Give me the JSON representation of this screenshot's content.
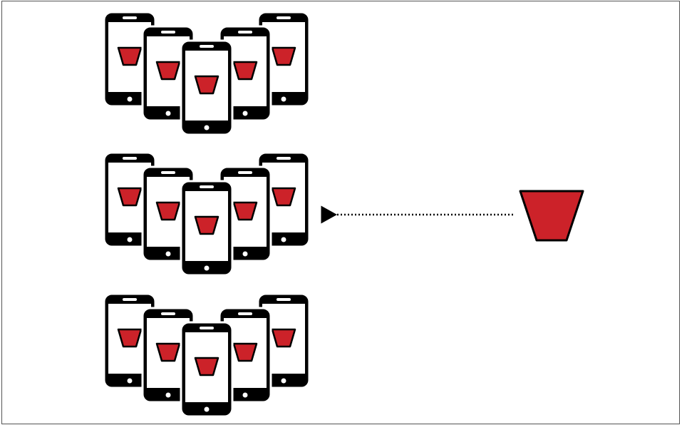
{
  "diagram": {
    "phone_groups": [
      {
        "phones": [
          "phone",
          "phone",
          "phone",
          "phone",
          "phone"
        ]
      },
      {
        "phones": [
          "phone",
          "phone",
          "phone",
          "phone",
          "phone"
        ]
      },
      {
        "phones": [
          "phone",
          "phone",
          "phone",
          "phone",
          "phone"
        ]
      }
    ],
    "source": {
      "icon": "bucket-icon"
    },
    "arrow": {
      "style": "dotted",
      "direction": "left",
      "points_to_group": 2
    },
    "colors": {
      "bucket_fill": "#cc2229",
      "phone_body": "#000000",
      "phone_screen": "#ffffff",
      "border": "#555555"
    }
  }
}
